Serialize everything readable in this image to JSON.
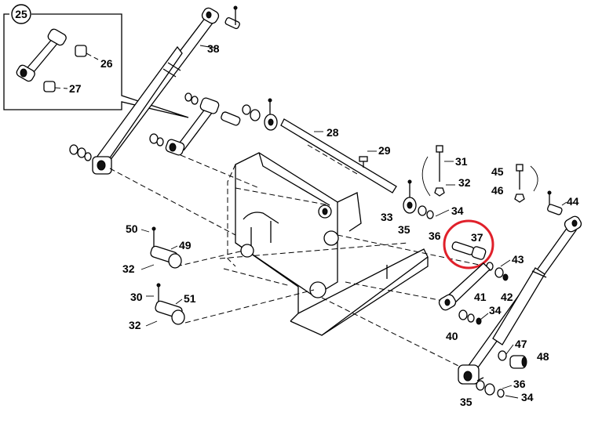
{
  "diagram": {
    "highlight_color": "#e0202a",
    "inset_label": "25",
    "callouts": {
      "c25": "25",
      "c26": "26",
      "c27": "27",
      "c28": "28",
      "c29": "29",
      "c30": "30",
      "c31": "31",
      "c32a": "32",
      "c32b": "32",
      "c32c": "32",
      "c33": "33",
      "c34a": "34",
      "c34b": "34",
      "c34c": "34",
      "c35a": "35",
      "c35b": "35",
      "c36a": "36",
      "c36b": "36",
      "c37": "37",
      "c38": "38",
      "c40": "40",
      "c41": "41",
      "c42": "42",
      "c43": "43",
      "c44": "44",
      "c45": "45",
      "c46": "46",
      "c47": "47",
      "c48": "48",
      "c49": "49",
      "c50": "50",
      "c51": "51"
    }
  }
}
